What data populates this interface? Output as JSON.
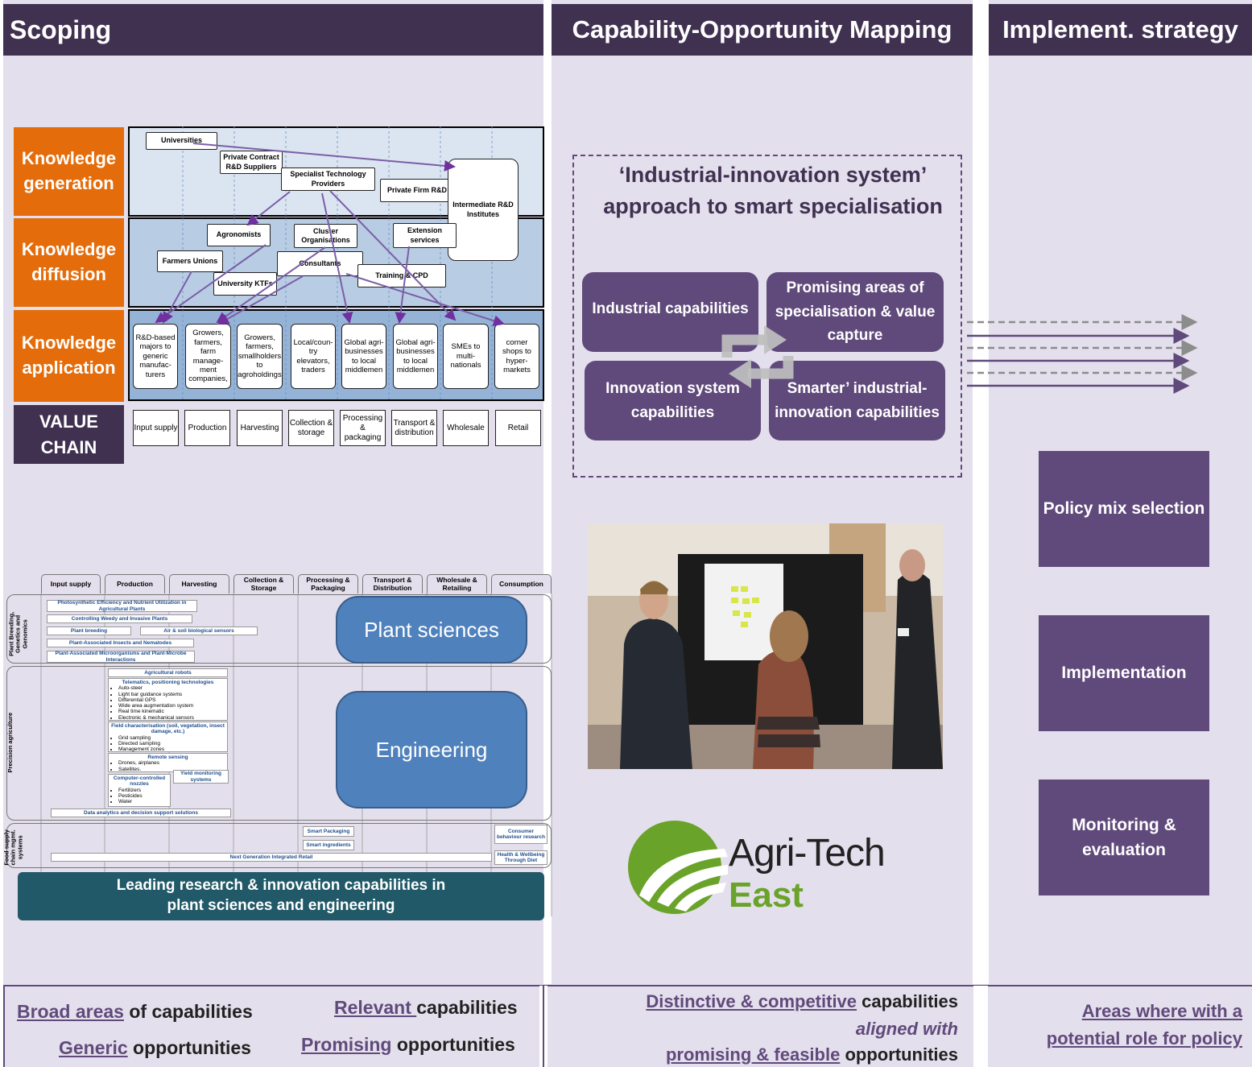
{
  "header": {
    "scoping": "Scoping",
    "mapping": "Capability-Opportunity Mapping",
    "strategy": "Implement. strategy"
  },
  "knowledge_levels": [
    "Knowledge generation",
    "Knowledge diffusion",
    "Knowledge application"
  ],
  "value_chain_label": "VALUE CHAIN",
  "generation_actors": {
    "universities": "Universities",
    "private_contract": "Private Contract R&D Suppliers",
    "specialist_tech": "Specialist Technology Providers",
    "private_firm": "Private Firm R&D",
    "intermediate": "Intermediate R&D Institutes"
  },
  "diffusion_actors": {
    "agronomists": "Agronomists",
    "cluster": "Cluster Organisations",
    "extension": "Extension services",
    "farmers_unions": "Farmers Unions",
    "consultants": "Consultants",
    "university_ktfs": "University KTFs",
    "training": "Training & CPD"
  },
  "application_actors": [
    "R&D-based majors to generic manufac-turers",
    "Growers, farmers, farm manage-ment companies,",
    "Growers, farmers, smallholders to agroholdings",
    "Local/coun-try elevators, traders",
    "Global agri-businesses to local middlemen",
    "Global agri-businesses to local middlemen",
    "SMEs to multi-nationals",
    "corner shops to hyper-markets"
  ],
  "value_chain_stages": [
    "Input supply",
    "Production",
    "Harvesting",
    "Collection & storage",
    "Processing & packaging",
    "Transport & distribution",
    "Wholesale",
    "Retail"
  ],
  "matrix": {
    "columns": [
      "Input supply",
      "Production",
      "Harvesting",
      "Collection & Storage",
      "Processing & Packaging",
      "Transport & Distribution",
      "Wholesale & Retailing",
      "Consumption"
    ],
    "rows": [
      "Plant Breeding, Genetics and Genomics",
      "Precision agriculture",
      "Food supply chain mgmt. systems"
    ],
    "plant_items": [
      "Photosynthetic Efficiency and Nutrient Utilization in Agricultural Plants",
      "Controlling Weedy and Invasive Plants",
      "Plant breeding",
      "Air & soil biological sensors",
      "Plant-Associated Insects and Nematodes",
      "Plant-Associated Microorganisms and Plant-Microbe Interactions"
    ],
    "robots": "Agricultural robots",
    "telematics_title": "Telematics, positioning technologies",
    "telematics_items": [
      "Auto-steer",
      "Light bar guidance systems",
      "Differential GPS",
      "Wide area augmentation system",
      "Real time kinematic",
      "Electronic & mechanical sensors"
    ],
    "field_title": "Field characterisation (soil, vegetation, insect damage, etc.)",
    "field_items": [
      "Grid sampling",
      "Directed sampling",
      "Management zones"
    ],
    "remote_title": "Remote sensing",
    "remote_items": [
      "Drones, airplanes",
      "Satellites."
    ],
    "yield": "Yield monitoring systems",
    "nozzles_title": "Computer-controlled nozzles",
    "nozzles_items": [
      "Fertilizers",
      "Pesticides",
      "Water"
    ],
    "data_analytics": "Data analytics and decision support solutions",
    "smart_packaging": "Smart Packaging",
    "smart_ingredients": "Smart ingredients",
    "consumer": "Consumer behaviour research",
    "health": "Health & Wellbeing Through Diet",
    "ngir": "Next Generation Integrated Retail",
    "plant_sciences": "Plant sciences",
    "engineering": "Engineering",
    "leading": "Leading research & innovation capabilities in plant sciences and engineering"
  },
  "approach": {
    "title": "‘Industrial-innovation system’ approach to smart specialisation",
    "industrial": "Industrial capabilities",
    "promising": "Promising areas of specialisation & value capture",
    "innovation": "Innovation system capabilities",
    "smarter": "Smarter’ industrial-innovation capabilities"
  },
  "logo": {
    "line1": "Agri-Tech",
    "line2": "East"
  },
  "policy": [
    "Policy mix selection",
    "Implementation",
    "Monitoring & evaluation"
  ],
  "bottom": {
    "broad_u": "Broad areas",
    "broad_r": " of capabilities",
    "generic_u": "Generic",
    "generic_r": " opportunities",
    "relevant_u": "Relevant ",
    "relevant_r": "capabilities",
    "promising_u": "Promising",
    "promising_r": " opportunities",
    "distinctive_u": "Distinctive & competitive",
    "distinctive_r": " capabilities",
    "aligned": "aligned with",
    "feasible_u": "promising & feasible",
    "feasible_r": " opportunities",
    "areas_l1": "Areas where with a",
    "areas_l2": "potential role for policy"
  },
  "colors": {
    "header": "#403151",
    "column_bg": "#e4dfec",
    "orange": "#e46c0a",
    "purple_box": "#604a7b",
    "teal": "#215968",
    "blue_box": "#4f81bd",
    "logo_green": "#6aa329"
  }
}
